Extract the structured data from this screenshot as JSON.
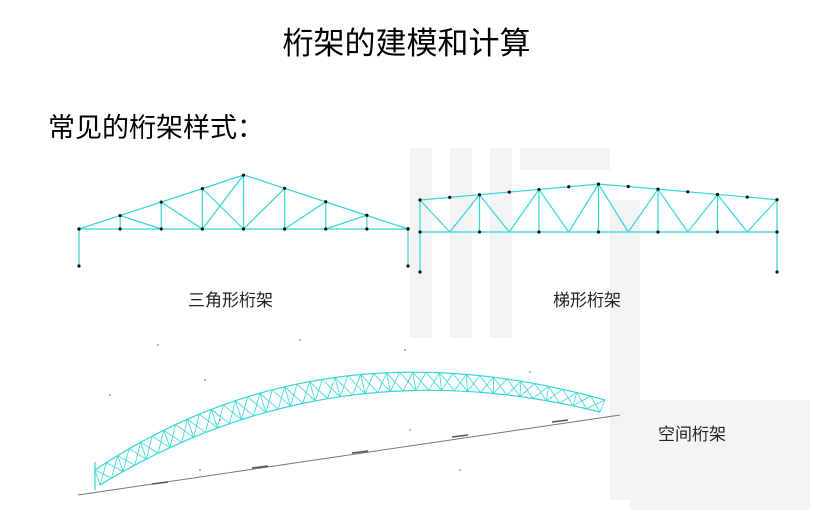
{
  "slide": {
    "title": "桁架的建模和计算",
    "heading": "常见的桁架样式："
  },
  "figures": {
    "triangular": {
      "caption": "三角形桁架"
    },
    "trapezoidal": {
      "caption": "梯形桁架"
    },
    "space": {
      "caption": "空间桁架"
    }
  },
  "colors": {
    "member": "#33d6d6",
    "node": "#111111",
    "watermark": "#f2f2f2"
  }
}
